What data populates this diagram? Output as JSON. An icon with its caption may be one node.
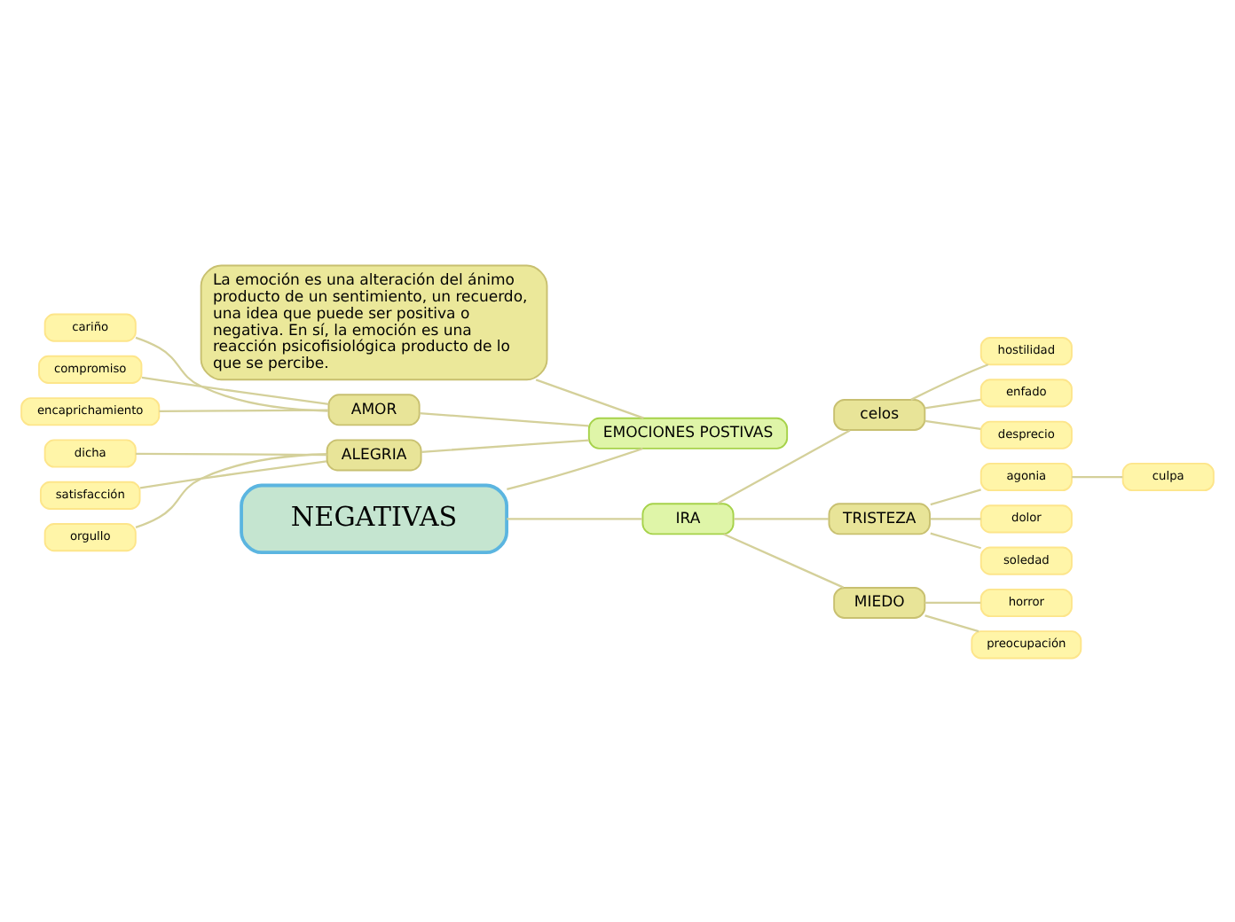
{
  "diagram": {
    "nodes": [
      {
        "text": [
          "La emoción es una alteración del ánimo producto de un sentimiento, un recuerdo, una idea que puede ser positiva o negativa. En sí, la emoción es una reacción psicofisiológica producto de lo que se percibe."
        ]
      },
      {
        "text": [
          "cariño"
        ]
      },
      {
        "text": [
          "compromiso"
        ]
      },
      {
        "text": [
          "encaprichamiento"
        ]
      },
      {
        "text": [
          "AMOR"
        ]
      },
      {
        "text": [
          "dicha"
        ]
      },
      {
        "text": [
          "satisfacción"
        ]
      },
      {
        "text": [
          "orgullo"
        ]
      },
      {
        "text": [
          "ALEGRIA"
        ]
      },
      {
        "text": [
          "EMOCIONES POSTIVAS"
        ]
      },
      {
        "text": [
          "NEGATIVAS"
        ]
      },
      {
        "text": [
          "IRA"
        ]
      },
      {
        "text": [
          "celos"
        ]
      },
      {
        "text": [
          "hostilidad"
        ]
      },
      {
        "text": [
          "enfado"
        ]
      },
      {
        "text": [
          "desprecio"
        ]
      },
      {
        "text": [
          "TRISTEZA"
        ]
      },
      {
        "text": [
          "agonia"
        ]
      },
      {
        "text": [
          "culpa"
        ]
      },
      {
        "text": [
          "dolor"
        ]
      },
      {
        "text": [
          "soledad"
        ]
      },
      {
        "text": [
          "MIEDO"
        ]
      },
      {
        "text": [
          "horror"
        ]
      },
      {
        "text": [
          "preocupación"
        ]
      }
    ],
    "edges": [
      {
        "from": 10,
        "to": 9,
        "arrow": "none"
      },
      {
        "from": 9,
        "to": 0,
        "arrow": "none"
      },
      {
        "from": 9,
        "to": 4,
        "arrow": "none"
      },
      {
        "from": 9,
        "to": 8,
        "arrow": "none"
      },
      {
        "from": 4,
        "to": 1,
        "arrow": "none"
      },
      {
        "from": 4,
        "to": 2,
        "arrow": "none"
      },
      {
        "from": 4,
        "to": 3,
        "arrow": "none"
      },
      {
        "from": 8,
        "to": 5,
        "arrow": "none"
      },
      {
        "from": 8,
        "to": 6,
        "arrow": "none"
      },
      {
        "from": 8,
        "to": 7,
        "arrow": "none"
      },
      {
        "from": 10,
        "to": 11,
        "arrow": "none"
      },
      {
        "from": 11,
        "to": 12,
        "arrow": "none"
      },
      {
        "from": 11,
        "to": 16,
        "arrow": "none"
      },
      {
        "from": 11,
        "to": 21,
        "arrow": "none"
      },
      {
        "from": 12,
        "to": 13,
        "arrow": "none"
      },
      {
        "from": 12,
        "to": 14,
        "arrow": "none"
      },
      {
        "from": 12,
        "to": 15,
        "arrow": "none"
      },
      {
        "from": 16,
        "to": 17,
        "arrow": "none"
      },
      {
        "from": 17,
        "to": 18,
        "arrow": "none"
      },
      {
        "from": 16,
        "to": 19,
        "arrow": "none"
      },
      {
        "from": 16,
        "to": 20,
        "arrow": "none"
      },
      {
        "from": 21,
        "to": 22,
        "arrow": "none"
      },
      {
        "from": 21,
        "to": 23,
        "arrow": "none"
      }
    ]
  }
}
